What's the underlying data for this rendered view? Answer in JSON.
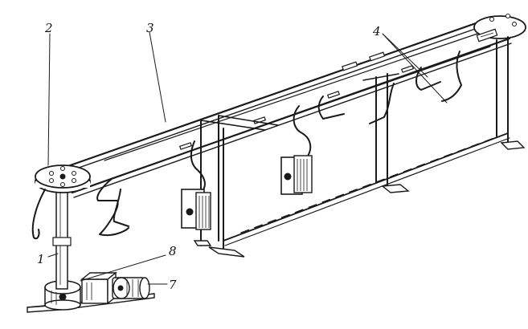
{
  "figure": {
    "callouts": [
      {
        "id": "c1",
        "text": "1"
      },
      {
        "id": "c2",
        "text": "2"
      },
      {
        "id": "c3",
        "text": "3"
      },
      {
        "id": "c4",
        "text": "4"
      },
      {
        "id": "c7",
        "text": "7"
      },
      {
        "id": "c8",
        "text": "8"
      }
    ],
    "colors": {
      "ink": "#1a1a1a",
      "paper": "#ffffff"
    }
  }
}
